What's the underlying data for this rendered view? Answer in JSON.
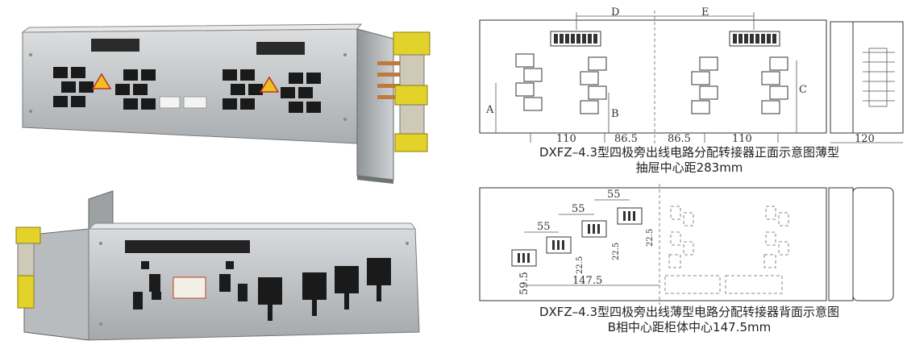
{
  "front_drawing": {
    "dimension_labels": {
      "d": "D",
      "e": "E",
      "a": "A",
      "b": "B",
      "c": "C",
      "w1": "110",
      "w2": "86.5",
      "w3": "86.5",
      "w4": "110",
      "w5": "120"
    },
    "caption_line1": "DXFZ–4.3型四极旁出线电路分配转接器正面示意图薄型",
    "caption_line2": "抽屉中心距283mm"
  },
  "back_drawing": {
    "dimension_labels": {
      "h1": "55",
      "h2": "55",
      "h3": "55",
      "v1": "22.5",
      "v2": "22.5",
      "v3": "22.5",
      "bottom": "147.5",
      "left": "59.5"
    },
    "caption_line1": "DXFZ–4.3型四极旁出线薄型电路分配转接器背面示意图",
    "caption_line2": "B相中心距柜体中心147.5mm"
  },
  "colors": {
    "metal": "#c9ccce",
    "socket": "#1a1a1a",
    "terminal_yellow": "#e2d22a",
    "warning": "#f0c020"
  }
}
